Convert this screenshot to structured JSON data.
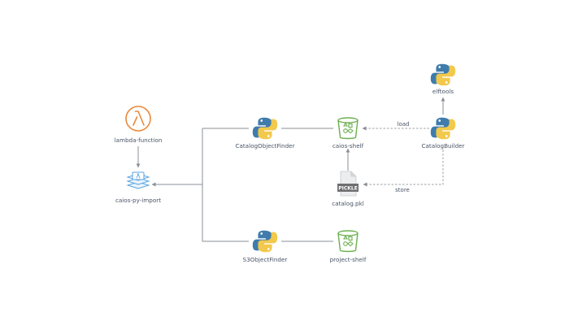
{
  "nodes": {
    "lambda_function": "lambda-function",
    "caios_py_import": "caios-py-import",
    "catalog_object_finder": "CatalogObjectFinder",
    "caios_shelf": "caios-shelf",
    "catalog_builder": "CatalogBuilder",
    "elftools": "elftools",
    "catalog_pkl": "catalog.pkl",
    "s3_object_finder": "S3ObjectFinder",
    "project_shelf": "project-shelf"
  },
  "edges": {
    "load": "load",
    "store": "store"
  },
  "file_badge": "PICKLE",
  "icons": {
    "lambda": "aws-lambda-icon",
    "layer": "lambda-layer-icon",
    "python": "python-logo-icon",
    "bucket": "s3-bucket-icon",
    "file": "pickle-file-icon"
  },
  "colors": {
    "lambda_orange": "#E8893D",
    "layer_blue": "#5AA3E0",
    "python_blue": "#3F7CAC",
    "python_yellow": "#F2C94C",
    "bucket_green": "#6BAF4F",
    "line_gray": "#8A8F96"
  }
}
